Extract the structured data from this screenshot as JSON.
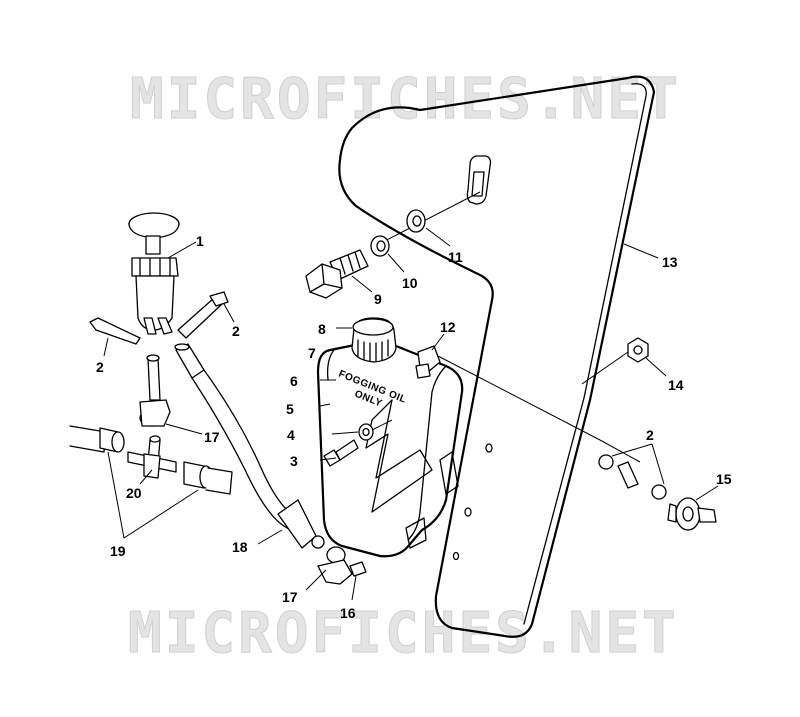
{
  "watermark": {
    "top_text": "MICROFICHES.NET",
    "bottom_text": "MICROFICHES.NET"
  },
  "tank_label": {
    "line1": "FOGGING OIL",
    "line2": "ONLY"
  },
  "callouts": {
    "c1": "1",
    "c2a": "2",
    "c2b": "2",
    "c2c": "2",
    "c3": "3",
    "c4": "4",
    "c5": "5",
    "c6": "6",
    "c7": "7",
    "c8": "8",
    "c9": "9",
    "c10": "10",
    "c11": "11",
    "c12": "12",
    "c13": "13",
    "c14": "14",
    "c15": "15",
    "c16": "16",
    "c17a": "17",
    "c17b": "17",
    "c18": "18",
    "c19": "19",
    "c20": "20"
  }
}
